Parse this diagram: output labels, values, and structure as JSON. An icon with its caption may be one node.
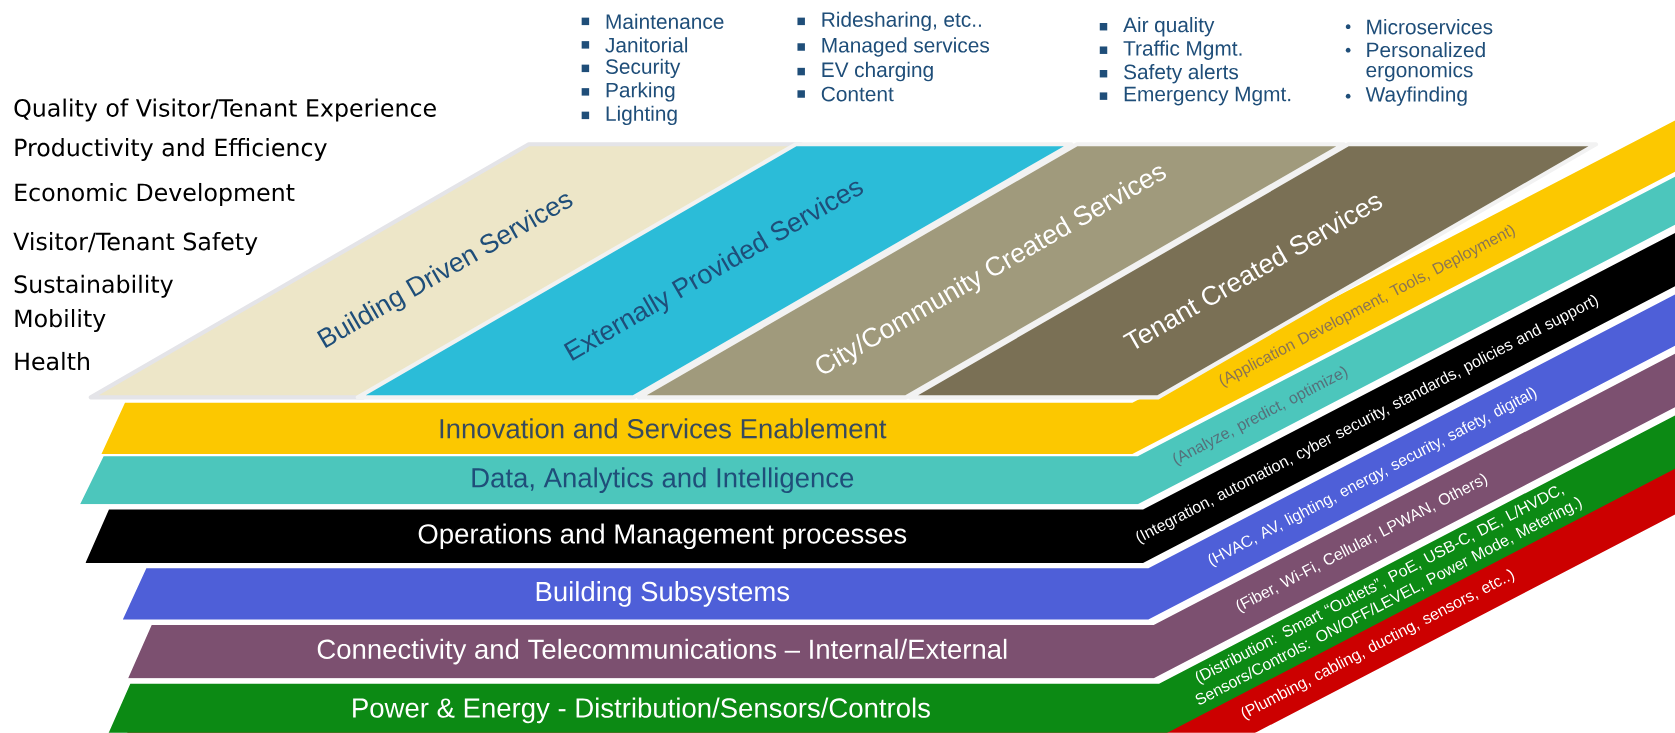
{
  "diagram": {
    "nodes": [
      {
        "text": [
          "Building Driven Services"
        ],
        "beside": [
          "Maintenance",
          "Janitorial",
          "Security",
          "Parking",
          "Lighting"
        ]
      },
      {
        "text": [
          "Externally Provided Services"
        ],
        "beside": [
          "Ridesharing, etc..",
          "Managed services",
          "EV charging",
          "Content"
        ]
      },
      {
        "text": [
          "City/Community Created Services"
        ],
        "beside": [
          "Air quality",
          "Traffic Mgmt.",
          "Safety alerts",
          "Emergency Mgmt."
        ]
      },
      {
        "text": [
          "Tenant Created Services"
        ],
        "beside": [
          "Microservices",
          "Personalized ergonomics",
          "Wayfinding"
        ]
      },
      {
        "text": [
          "Innovation and Services Enablement",
          "(Application Development, Tools, Deployment)"
        ]
      },
      {
        "text": [
          "Data, Analytics and Intelligence",
          "(Analyze, predict, optimize)"
        ]
      },
      {
        "text": [
          "Operations and Management processes",
          "(Integration, automation, cyber security, standards, policies and support)"
        ]
      },
      {
        "text": [
          "Building Subsystems",
          "(HVAC, AV, lighting, energy, security, safety, digital)"
        ]
      },
      {
        "text": [
          "Connectivity and Telecommunications – Internal/External",
          "(Fiber, Wi-Fi, Cellular, LPWAN, Others)"
        ]
      },
      {
        "text": [
          "Power & Energy - Distribution/Sensors/Controls",
          "(Distribution: Smart “Outlets”, PoE, USB-C, DE, L/HVDC, Sensors/Controls: ON/OFF/LEVEL, Power Mode, Metering.)"
        ]
      },
      {
        "text": [
          "(Plumbing, cabling, ducting, sensors, etc..)"
        ]
      }
    ],
    "labels": [
      "Quality of Visitor/Tenant Experience",
      "Productivity and Efficiency",
      "Economic Development",
      "Visitor/Tenant Safety",
      "Sustainability",
      "Mobility",
      "Health"
    ]
  }
}
